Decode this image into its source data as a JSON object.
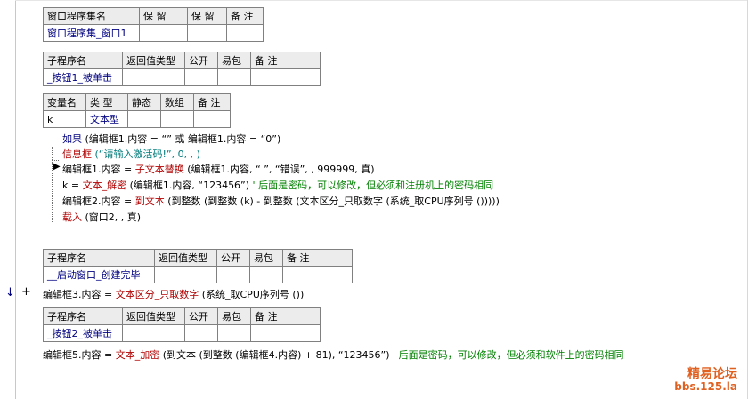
{
  "tables": {
    "assembly": {
      "headers": [
        "窗口程序集名",
        "保 留",
        "保 留",
        "备 注"
      ],
      "row": [
        "窗口程序集_窗口1",
        "",
        "",
        ""
      ]
    },
    "sub1": {
      "headers": [
        "子程序名",
        "返回值类型",
        "公开",
        "易包",
        "备 注"
      ],
      "row": [
        "_按钮1_被单击",
        "",
        "",
        "",
        ""
      ]
    },
    "vars": {
      "headers": [
        "变量名",
        "类 型",
        "静态",
        "数组",
        "备 注"
      ],
      "row": [
        "k",
        "文本型",
        "",
        "",
        ""
      ]
    },
    "sub2": {
      "headers": [
        "子程序名",
        "返回值类型",
        "公开",
        "易包",
        "备 注"
      ],
      "row": [
        "__启动窗口_创建完毕",
        "",
        "",
        "",
        ""
      ]
    },
    "sub3": {
      "headers": [
        "子程序名",
        "返回值类型",
        "公开",
        "易包",
        "备 注"
      ],
      "row": [
        "_按钮2_被单击",
        "",
        "",
        "",
        ""
      ]
    }
  },
  "code": {
    "line1": {
      "kw": "如果",
      "rest": " (编辑框1.内容 = “” 或 编辑框1.内容 = “0”)"
    },
    "line2": {
      "fn": "信息框",
      "args": " (“请输入激活码!”, 0, , )"
    },
    "line3": {
      "lhs": "编辑框1.内容 = ",
      "fn": "子文本替换",
      "args": " (编辑框1.内容, “ ”, “错误”, , 999999, 真)"
    },
    "line4": {
      "lhs": "k = ",
      "fn": "文本_解密",
      "args": " (编辑框1.内容, “123456”)",
      "comment": " ' 后面是密码，可以修改，但必须和注册机上的密码相同"
    },
    "line5": {
      "lhs": "编辑框2.内容 = ",
      "fn": "到文本",
      "args": " (到整数 (到整数 (k) - 到整数 (文本区分_只取数字 (系统_取CPU序列号 ()))))"
    },
    "line6": {
      "fn": "载入",
      "args": " (窗口2, , 真)"
    },
    "line7": {
      "lhs": "编辑框3.内容 = ",
      "fn": "文本区分_只取数字",
      "args": " (系统_取CPU序列号 ())"
    },
    "line8": {
      "lhs": "编辑框5.内容 = ",
      "fn": "文本_加密",
      "args": " (到文本 (到整数 (编辑框4.内容) + 81), “123456”)",
      "comment": " ' 后面是密码，可以修改，但必须和软件上的密码相同"
    }
  },
  "markers": {
    "arrow": "↓",
    "plus": "+"
  },
  "watermark": {
    "line1": "精易论坛",
    "line2": "bbs.125.la"
  }
}
